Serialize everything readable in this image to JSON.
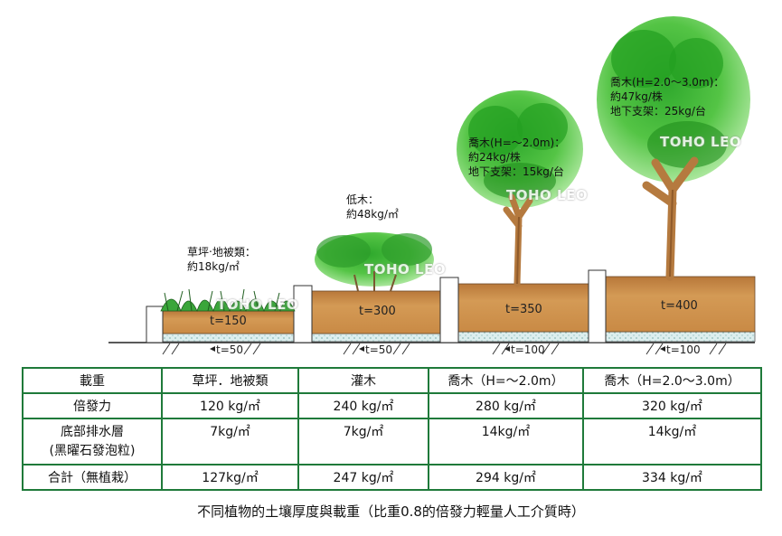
{
  "labels": {
    "grass": [
      "草坪‧地被類：",
      "約18kg/㎡"
    ],
    "shrub": [
      "低木：",
      "約48kg/㎡"
    ],
    "tree_small": [
      "喬木(H=～2.0m)：",
      "約24kg/株",
      "地下支架：15kg/台"
    ],
    "tree_large": [
      "喬木(H=2.0～3.0m)：",
      "約47kg/株",
      "地下支架：25kg/台"
    ]
  },
  "thickness": {
    "soil": [
      "t=150",
      "t=300",
      "t=350",
      "t=400"
    ],
    "drain": [
      "t=50",
      "t=50",
      "t=100",
      "t=100"
    ]
  },
  "watermark": "TOHO LEO",
  "table": {
    "header": [
      "載重",
      "草坪．地被類",
      "灌木",
      "喬木（H=～2.0m）",
      "喬木（H=2.0～3.0m）"
    ],
    "rows": [
      {
        "label": "倍發力",
        "values": [
          "120 kg/㎡",
          "240 kg/㎡",
          "280 kg/㎡",
          "320 kg/㎡"
        ]
      },
      {
        "label_lines": [
          "底部排水層",
          "(黑曜石發泡粒)"
        ],
        "values": [
          "7kg/㎡",
          "7kg/㎡",
          "14kg/㎡",
          "14kg/㎡"
        ]
      },
      {
        "label": "合計（無植栽）",
        "values": [
          "127kg/㎡",
          "247 kg/㎡",
          "294 kg/㎡",
          "334 kg/㎡"
        ]
      }
    ]
  },
  "caption": "不同植物的土壤厚度與載重（比重0.8的倍發力輕量人工介質時）",
  "colors": {
    "soil": "#c98a45",
    "soil_dark": "#a9682c",
    "foliage": "#3fb93a",
    "foliage_light": "#7fd86a",
    "trunk": "#c9874a",
    "drain": "#cfe6e4",
    "table_border": "#1f7a3a"
  }
}
